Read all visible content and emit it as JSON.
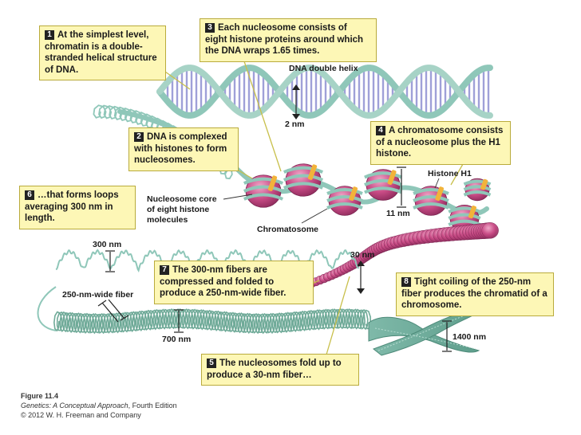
{
  "callouts": {
    "c1": {
      "num": "1",
      "text": "At the simplest level, chromatin is a double-stranded helical structure of DNA."
    },
    "c2": {
      "num": "2",
      "text": "DNA is complexed with histones to form nucleosomes."
    },
    "c3": {
      "num": "3",
      "text": "Each nucleosome consists of eight histone proteins around which the DNA wraps 1.65 times."
    },
    "c4": {
      "num": "4",
      "text": "A chromatosome consists of a nucleosome plus the H1 histone."
    },
    "c5": {
      "num": "5",
      "text": "The nucleosomes fold up to produce a 30-nm fiber…"
    },
    "c6": {
      "num": "6",
      "text": "…that forms loops averaging 300 nm in length."
    },
    "c7": {
      "num": "7",
      "text": "The 300-nm fibers are compressed and folded to produce a 250-nm-wide fiber."
    },
    "c8": {
      "num": "8",
      "text": "Tight coiling of the 250-nm fiber produces the chromatid of a chromosome."
    }
  },
  "labels": {
    "dna_helix": "DNA double helix",
    "two_nm": "2 nm",
    "histone_h1": "Histone H1",
    "eleven_nm": "11 nm",
    "nucleosome_core": "Nucleosome core of eight histone molecules",
    "chromatosome": "Chromatosome",
    "three_hundred_nm": "300 nm",
    "thirty_nm": "30 nm",
    "fiber_250": "250-nm-wide fiber",
    "seven_hundred_nm": "700 nm",
    "fourteen_hundred_nm": "1400 nm"
  },
  "figure": {
    "number": "Figure 11.4",
    "book": "Genetics: A Conceptual Approach",
    "edition": ", Fourth Edition",
    "copyright": "© 2012 W. H. Freeman and Company"
  },
  "colors": {
    "callout_fill": "#fdf7b6",
    "callout_border": "#b9ab3c",
    "dna_strand": "#8fc7b9",
    "base_pair": "#9fa0d8",
    "histone": "#c2477f",
    "histone_h1": "#f2b33a",
    "fiber": "#9ccbbd"
  }
}
